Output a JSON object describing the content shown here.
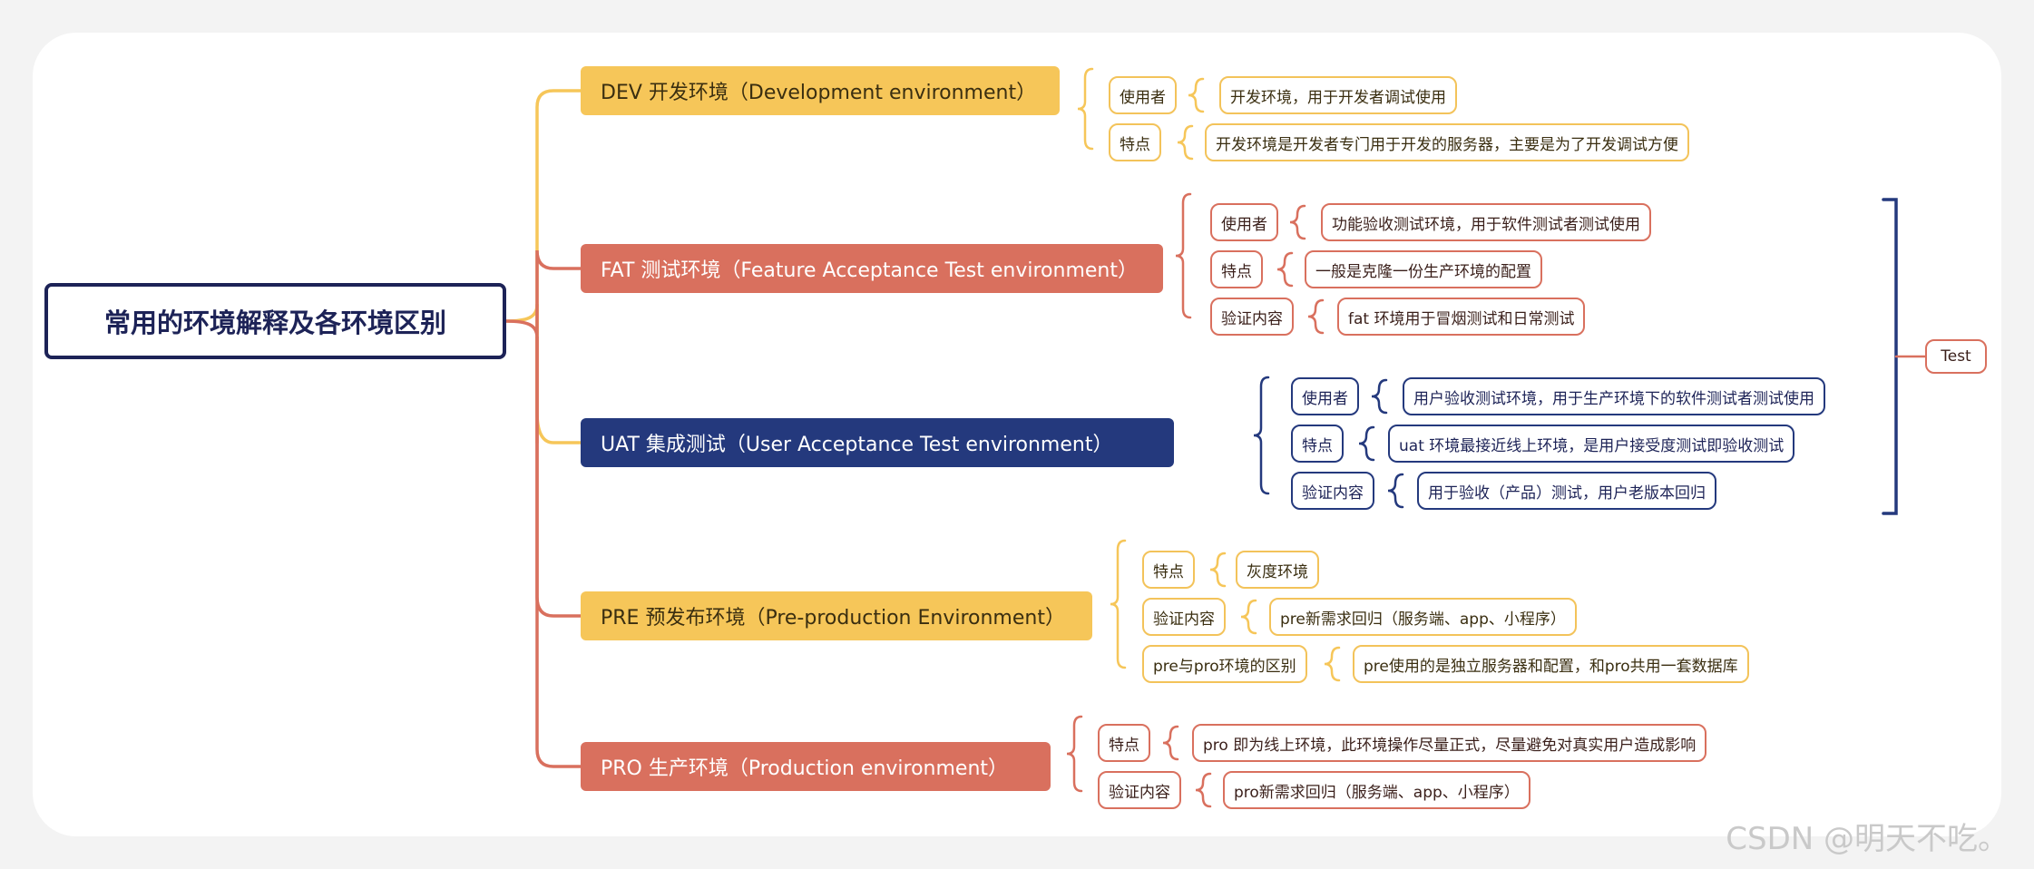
{
  "root": {
    "label": "常用的环境解释及各环境区别"
  },
  "colors": {
    "yellow": "#f6c659",
    "red": "#d9705e",
    "navy": "#24397d",
    "root": "#1d2357"
  },
  "branches": [
    {
      "label": "DEV 开发环境（Development environment）",
      "color": "yellow",
      "items": [
        {
          "tag": "使用者",
          "value": "开发环境，用于开发者调试使用"
        },
        {
          "tag": "特点",
          "value": "开发环境是开发者专门用于开发的服务器，主要是为了开发调试方便"
        }
      ]
    },
    {
      "label": "FAT 测试环境（Feature Acceptance Test environment）",
      "color": "red",
      "items": [
        {
          "tag": "使用者",
          "value": "功能验收测试环境，用于软件测试者测试使用"
        },
        {
          "tag": "特点",
          "value": "一般是克隆一份生产环境的配置"
        },
        {
          "tag": "验证内容",
          "value": "fat 环境用于冒烟测试和日常测试"
        }
      ]
    },
    {
      "label": "UAT 集成测试（User Acceptance Test environment）",
      "color": "navy",
      "items": [
        {
          "tag": "使用者",
          "value": "用户验收测试环境，用于生产环境下的软件测试者测试使用"
        },
        {
          "tag": "特点",
          "value": "uat 环境最接近线上环境，是用户接受度测试即验收测试"
        },
        {
          "tag": "验证内容",
          "value": "用于验收（产品）测试，用户老版本回归"
        }
      ]
    },
    {
      "label": "PRE 预发布环境（Pre-production Environment）",
      "color": "yellow",
      "items": [
        {
          "tag": "特点",
          "value": "灰度环境"
        },
        {
          "tag": "验证内容",
          "value": "pre新需求回归（服务端、app、小程序）"
        },
        {
          "tag": "pre与pro环境的区别",
          "value": "pre使用的是独立服务器和配置，和pro共用一套数据库"
        }
      ]
    },
    {
      "label": "PRO 生产环境（Production environment）",
      "color": "red",
      "items": [
        {
          "tag": "特点",
          "value": "pro 即为线上环境，此环境操作尽量正式，尽量避免对真实用户造成影响"
        },
        {
          "tag": "验证内容",
          "value": "pro新需求回归（服务端、app、小程序）"
        }
      ]
    }
  ],
  "summary": {
    "label": "Test"
  },
  "watermark": "CSDN @明天不吃。"
}
